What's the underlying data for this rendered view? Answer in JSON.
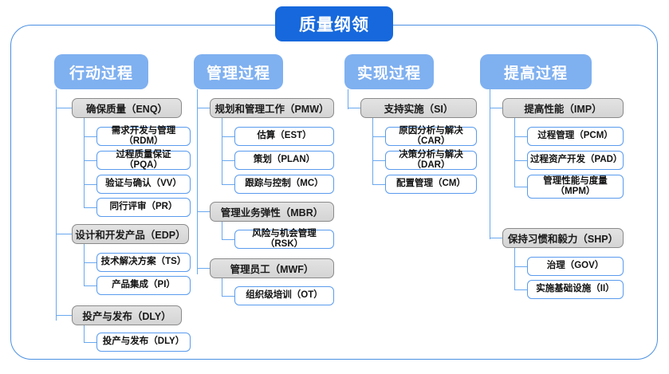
{
  "diagram": {
    "root": {
      "label": "质量纲领"
    },
    "colors": {
      "root_fill": "#1668dc",
      "category_fill": "#7fb0f0",
      "group_fill": "#dcdcdc",
      "group_border": "#8a8a8a",
      "leaf_border": "#5a9bee",
      "connector": "#6aa8ef",
      "frame_border": "#4a90e2"
    },
    "categories": [
      {
        "label": "行动过程",
        "groups": [
          {
            "label": "确保质量（ENQ）",
            "leaves": [
              "需求开发与管理（RDM）",
              "过程质量保证（PQA）",
              "验证与确认（VV）",
              "同行评审（PR）"
            ]
          },
          {
            "label": "设计和开发产品（EDP）",
            "leaves": [
              "技术解决方案（TS）",
              "产品集成（PI）"
            ]
          },
          {
            "label": "投产与发布（DLY）",
            "leaves": [
              "投产与发布（DLY）"
            ]
          }
        ]
      },
      {
        "label": "管理过程",
        "groups": [
          {
            "label": "规划和管理工作（PMW）",
            "leaves": [
              "估算（EST）",
              "策划（PLAN）",
              "跟踪与控制（MC）"
            ]
          },
          {
            "label": "管理业务弹性（MBR）",
            "leaves": [
              "风险与机会管理（RSK）"
            ]
          },
          {
            "label": "管理员工（MWF）",
            "leaves": [
              "组织级培训（OT）"
            ]
          }
        ]
      },
      {
        "label": "实现过程",
        "groups": [
          {
            "label": "支持实施（SI）",
            "leaves": [
              "原因分析与解决（CAR）",
              "决策分析与解决（DAR）",
              "配置管理（CM）"
            ]
          }
        ]
      },
      {
        "label": "提高过程",
        "groups": [
          {
            "label": "提高性能（IMP）",
            "leaves": [
              "过程管理（PCM）",
              "过程资产开发（PAD）",
              "管理性能与度量\n（MPM）"
            ]
          },
          {
            "label": "保持习惯和毅力（SHP）",
            "leaves": [
              "治理（GOV）",
              "实施基础设施（II）"
            ]
          }
        ]
      }
    ]
  }
}
